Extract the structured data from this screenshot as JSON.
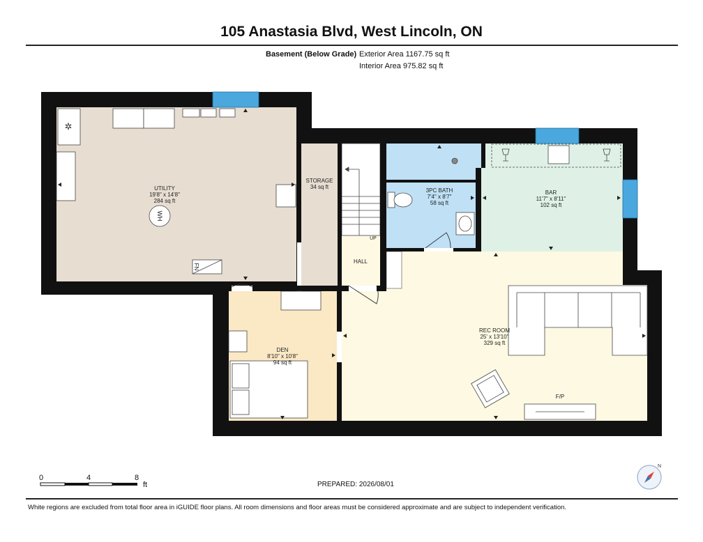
{
  "header": {
    "title": "105 Anastasia Blvd, West Lincoln, ON",
    "floor_label": "Basement (Below Grade)",
    "exterior_area": "Exterior Area 1167.75 sq ft",
    "interior_area": "Interior Area 975.82 sq ft"
  },
  "rooms": {
    "utility": {
      "name": "UTILITY",
      "dims": "19'8\" x 14'8\"",
      "area": "284 sq ft"
    },
    "storage": {
      "name": "STORAGE",
      "area": "34 sq ft"
    },
    "bath": {
      "name": "3PC BATH",
      "dims": "7'4\" x 8'7\"",
      "area": "58 sq ft"
    },
    "bar": {
      "name": "BAR",
      "dims": "11'7\" x 8'11\"",
      "area": "102 sq ft"
    },
    "hall": {
      "name": "HALL"
    },
    "den": {
      "name": "DEN",
      "dims": "8'10\" x 10'8\"",
      "area": "94 sq ft"
    },
    "rec": {
      "name": "REC ROOM",
      "dims": "25' x 13'10\"",
      "area": "329 sq ft"
    }
  },
  "fixtures": {
    "water_heater": "WH",
    "furnace": "FN",
    "stairs_up": "UP",
    "fireplace": "F/P"
  },
  "scale": {
    "ticks": [
      "0",
      "4",
      "8"
    ],
    "unit": "ft"
  },
  "compass": {
    "north": "N"
  },
  "footer": {
    "prepared": "PREPARED: 2026/08/01",
    "disclaimer": "White regions are excluded from total floor area in iGUIDE floor plans. All room dimensions and floor areas must be considered approximate and are subject to independent verification."
  },
  "colors": {
    "wall": "#111111",
    "utility": "#e7ddd1",
    "storage": "#e7ddd1",
    "bath": "#bfe0f5",
    "bar": "#dff1e6",
    "den": "#fbe8c4",
    "rec": "#fdf9e3",
    "hall": "#fdf9e3",
    "window": "#4aa8de"
  }
}
